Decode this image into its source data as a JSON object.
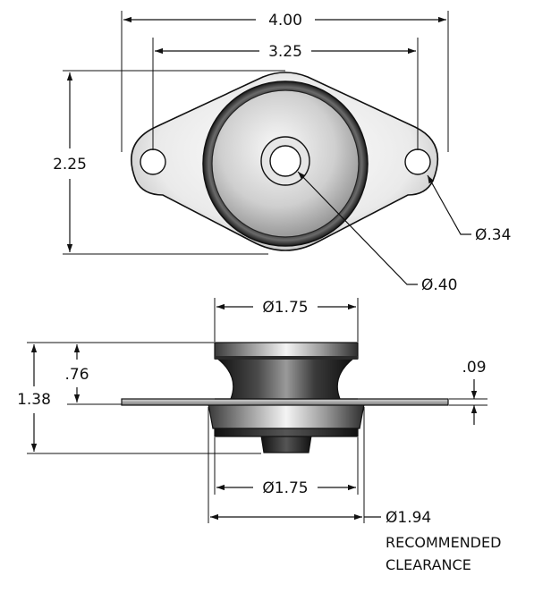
{
  "top_view": {
    "overall_length": "4.00",
    "hole_spacing": "3.25",
    "flange_width": "2.25",
    "mount_hole_diameter": "Ø.34",
    "center_hole_diameter": "Ø.40"
  },
  "side_view": {
    "top_diameter": "Ø1.75",
    "overall_height": "1.38",
    "height_above_flange": ".76",
    "flange_thickness": ".09",
    "bottom_diameter": "Ø1.75",
    "clearance_diameter": "Ø1.94",
    "clearance_note_line1": "RECOMMENDED",
    "clearance_note_line2": "CLEARANCE"
  }
}
